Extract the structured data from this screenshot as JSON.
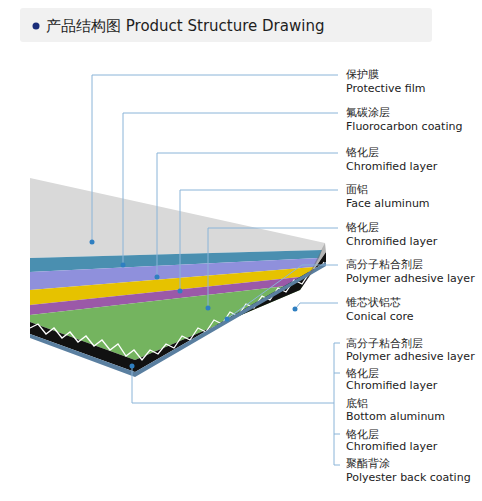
{
  "diagram": {
    "title": "产品结构图 Product Structure Drawing",
    "labels": [
      "保护膜",
      "Protective film",
      "氟碳涂层",
      "Fluorocarbon coating",
      "铬化层",
      "Chromified layer",
      "面铝",
      "Face aluminum",
      "铬化层",
      "Chromified layer",
      "高分子粘合剂层",
      "Polymer adhesive layer",
      "锥芯状铝芯",
      "Conical core",
      "高分子粘合剂层",
      "Polymer adhesive layer",
      "铬化层",
      "Chromified layer",
      "底铝",
      "Bottom aluminum",
      "铬化层",
      "Chromified layer",
      "聚酯背涂",
      "Polyester back coating"
    ]
  }
}
